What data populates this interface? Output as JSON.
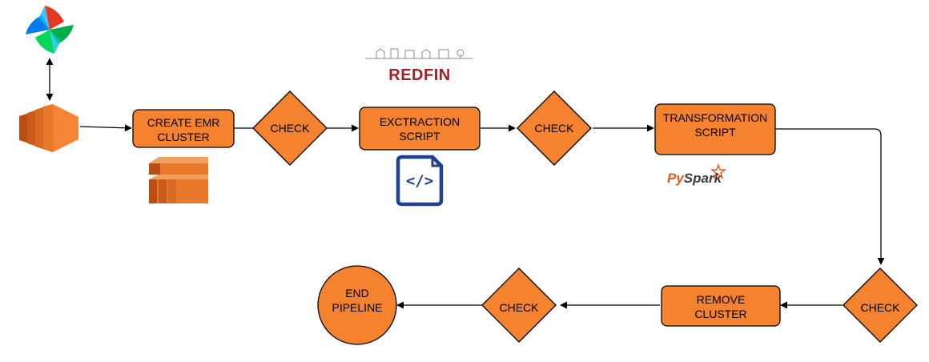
{
  "colors": {
    "node_fill": "#F5822F",
    "node_stroke": "#000000",
    "edge": "#000000",
    "aws_orange": "#E8782A",
    "aws_dark": "#B84E14",
    "redfin_red": "#A02021",
    "code_blue": "#1F3F8F",
    "pyspark_red": "#E25A1C",
    "pyspark_dark": "#3C3A3E"
  },
  "logos": {
    "airflow": {
      "icon": "airflow-pinwheel-icon"
    },
    "aws_compute": {
      "icon": "aws-emr-icon"
    },
    "emr": {
      "icon": "aws-emr-stack-icon"
    },
    "redfin": {
      "icon": "redfin-logo",
      "text": "REDFIN"
    },
    "code": {
      "icon": "code-file-icon",
      "text": "</>"
    },
    "pyspark": {
      "icon": "pyspark-logo",
      "text_py": "Py",
      "text_spark": "Spark"
    }
  },
  "nodes": {
    "create_emr": {
      "line1": "CREATE EMR",
      "line2": "CLUSTER"
    },
    "check1": {
      "label": "CHECK"
    },
    "extraction": {
      "line1": "EXCTRACTION",
      "line2": "SCRIPT"
    },
    "check2": {
      "label": "CHECK"
    },
    "transformation": {
      "line1": "TRANSFORMATION",
      "line2": "SCRIPT"
    },
    "check3": {
      "label": "CHECK"
    },
    "remove_cluster": {
      "line1": "REMOVE",
      "line2": "CLUSTER"
    },
    "check4": {
      "label": "CHECK"
    },
    "end_pipeline": {
      "line1": "END",
      "line2": "PIPELINE"
    }
  }
}
